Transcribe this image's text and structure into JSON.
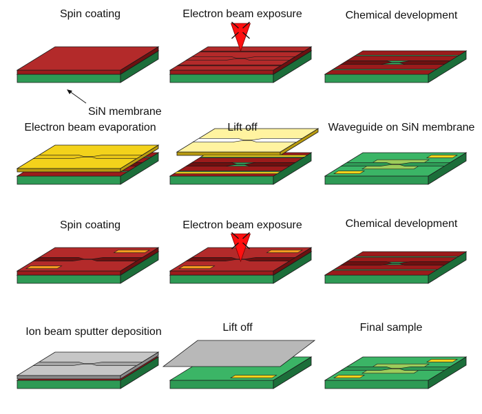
{
  "colors": {
    "resist": "#9b1b1b",
    "resist_dark": "#6d1010",
    "resist_light": "#b32a2a",
    "membrane": "#2e9a55",
    "membrane_dark": "#1c6e3a",
    "membrane_light": "#3bb566",
    "gold": "#f3d21b",
    "gold_dark": "#b89a10",
    "orange": "#f29a1f",
    "silver": "#b8b8b8",
    "silver_dark": "#8a8a8a",
    "beam": "#ff1010",
    "outline": "#1a1a1a"
  },
  "steps": [
    {
      "id": "spin-coating-1",
      "title": "Spin coating",
      "kind": "resist"
    },
    {
      "id": "ebeam-exposure-1",
      "title": "Electron beam exposure",
      "kind": "resist-exposed"
    },
    {
      "id": "chemical-development-1",
      "title": "Chemical development",
      "kind": "developed"
    },
    {
      "id": "ebeam-evaporation",
      "title": "Electron beam evaporation",
      "kind": "gold-coated"
    },
    {
      "id": "lift-off-1",
      "title": "Lift off",
      "kind": "gold-liftoff"
    },
    {
      "id": "waveguide",
      "title": "Waveguide on SiN membrane",
      "kind": "waveguide"
    },
    {
      "id": "spin-coating-2",
      "title": "Spin coating",
      "kind": "resist-on-waveguide"
    },
    {
      "id": "ebeam-exposure-2",
      "title": "Electron beam exposure",
      "kind": "resist-on-waveguide-exposed"
    },
    {
      "id": "chemical-development-2",
      "title": "Chemical development",
      "kind": "developed-2"
    },
    {
      "id": "ion-beam-sputter",
      "title": "Ion beam sputter deposition",
      "kind": "silver-coated"
    },
    {
      "id": "lift-off-2",
      "title": "Lift off",
      "kind": "silver-liftoff"
    },
    {
      "id": "final-sample",
      "title": "Final sample",
      "kind": "final"
    }
  ],
  "annotation": {
    "label": "SiN membrane"
  }
}
